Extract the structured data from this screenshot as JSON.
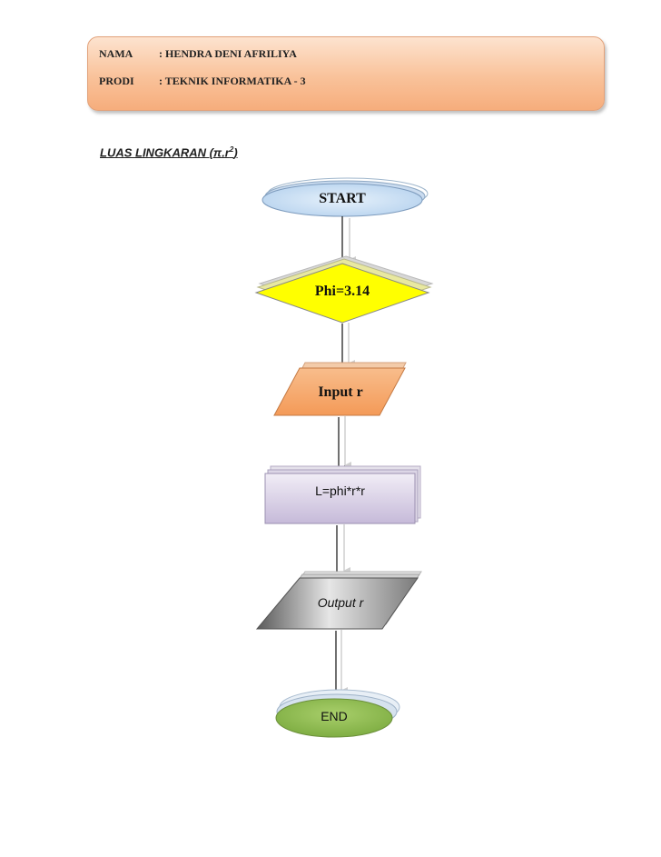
{
  "header": {
    "nama_label": "NAMA",
    "nama_value": ": HENDRA DENI AFRILIYA",
    "prodi_label": "PRODI",
    "prodi_value": ": TEKNIK INFORMATIKA - 3"
  },
  "title": {
    "main": "LUAS LINGKARAN (π.r",
    "sup": "2",
    "close": ")"
  },
  "flowchart": {
    "start": "START",
    "init": "Phi=3.14",
    "input": "Input r",
    "process": "L=phi*r*r",
    "output": "Output r",
    "end": "END"
  },
  "colors": {
    "header": "#f9c29a",
    "start": "#bcd6ee",
    "init": "#ffff00",
    "input": "#f6a96c",
    "process": "#d8cfe6",
    "output": "#8a8a8a",
    "end": "#8dba4f"
  }
}
